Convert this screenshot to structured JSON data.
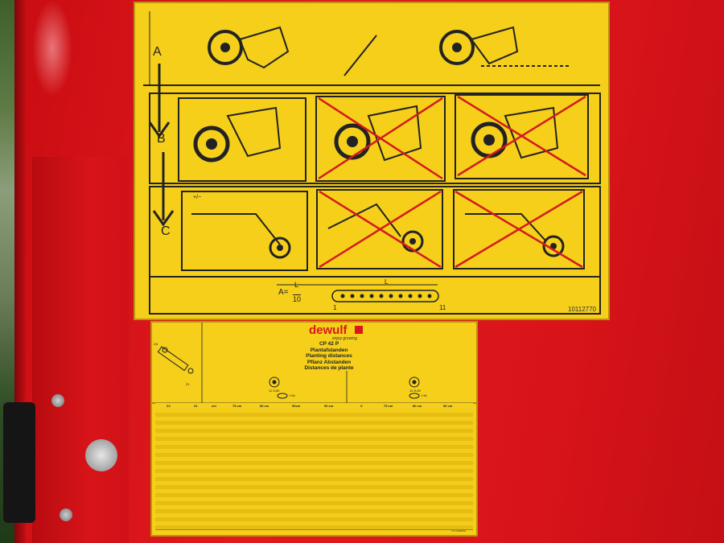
{
  "top_sticker": {
    "row_a_label": "A",
    "row_b_label": "B",
    "row_c_label": "C",
    "formula_prefix": "A=",
    "formula_num": "L",
    "formula_den": "10",
    "scale_label_l": "L",
    "scale_start": "1",
    "scale_end": "11",
    "part_number": "10112770",
    "adjust_label": "+/−"
  },
  "planting_sticker": {
    "brand": "dewulf",
    "tagline": "enjoy growing",
    "model": "CP 42 P",
    "title_nl": "Plantafstanden",
    "title_en": "Planting distances",
    "title_de": "Pflanz Abstanden",
    "title_fr": "Distances de plante",
    "side_label_top": "ZA",
    "side_label_z1": "Z1",
    "left_gear": "11-9-80",
    "right_gear": "12-9-80",
    "per_ha": "/ HA",
    "col_z2": "Z2",
    "col_z1": "Z1",
    "col_cm": "cm",
    "col_75": "75 cm",
    "col_80": "80 cm",
    "col_90": "90cm",
    "col_90b": "90 cm",
    "col_x": "X",
    "col_75r": "75 cm",
    "col_80r": "80 cm",
    "col_90r": "90 cm",
    "footnote": "TN 10090844"
  },
  "colors": {
    "panel_red": "#e21a1f",
    "sticker_yellow": "#f5cf1a",
    "brand_red": "#d9171c"
  }
}
